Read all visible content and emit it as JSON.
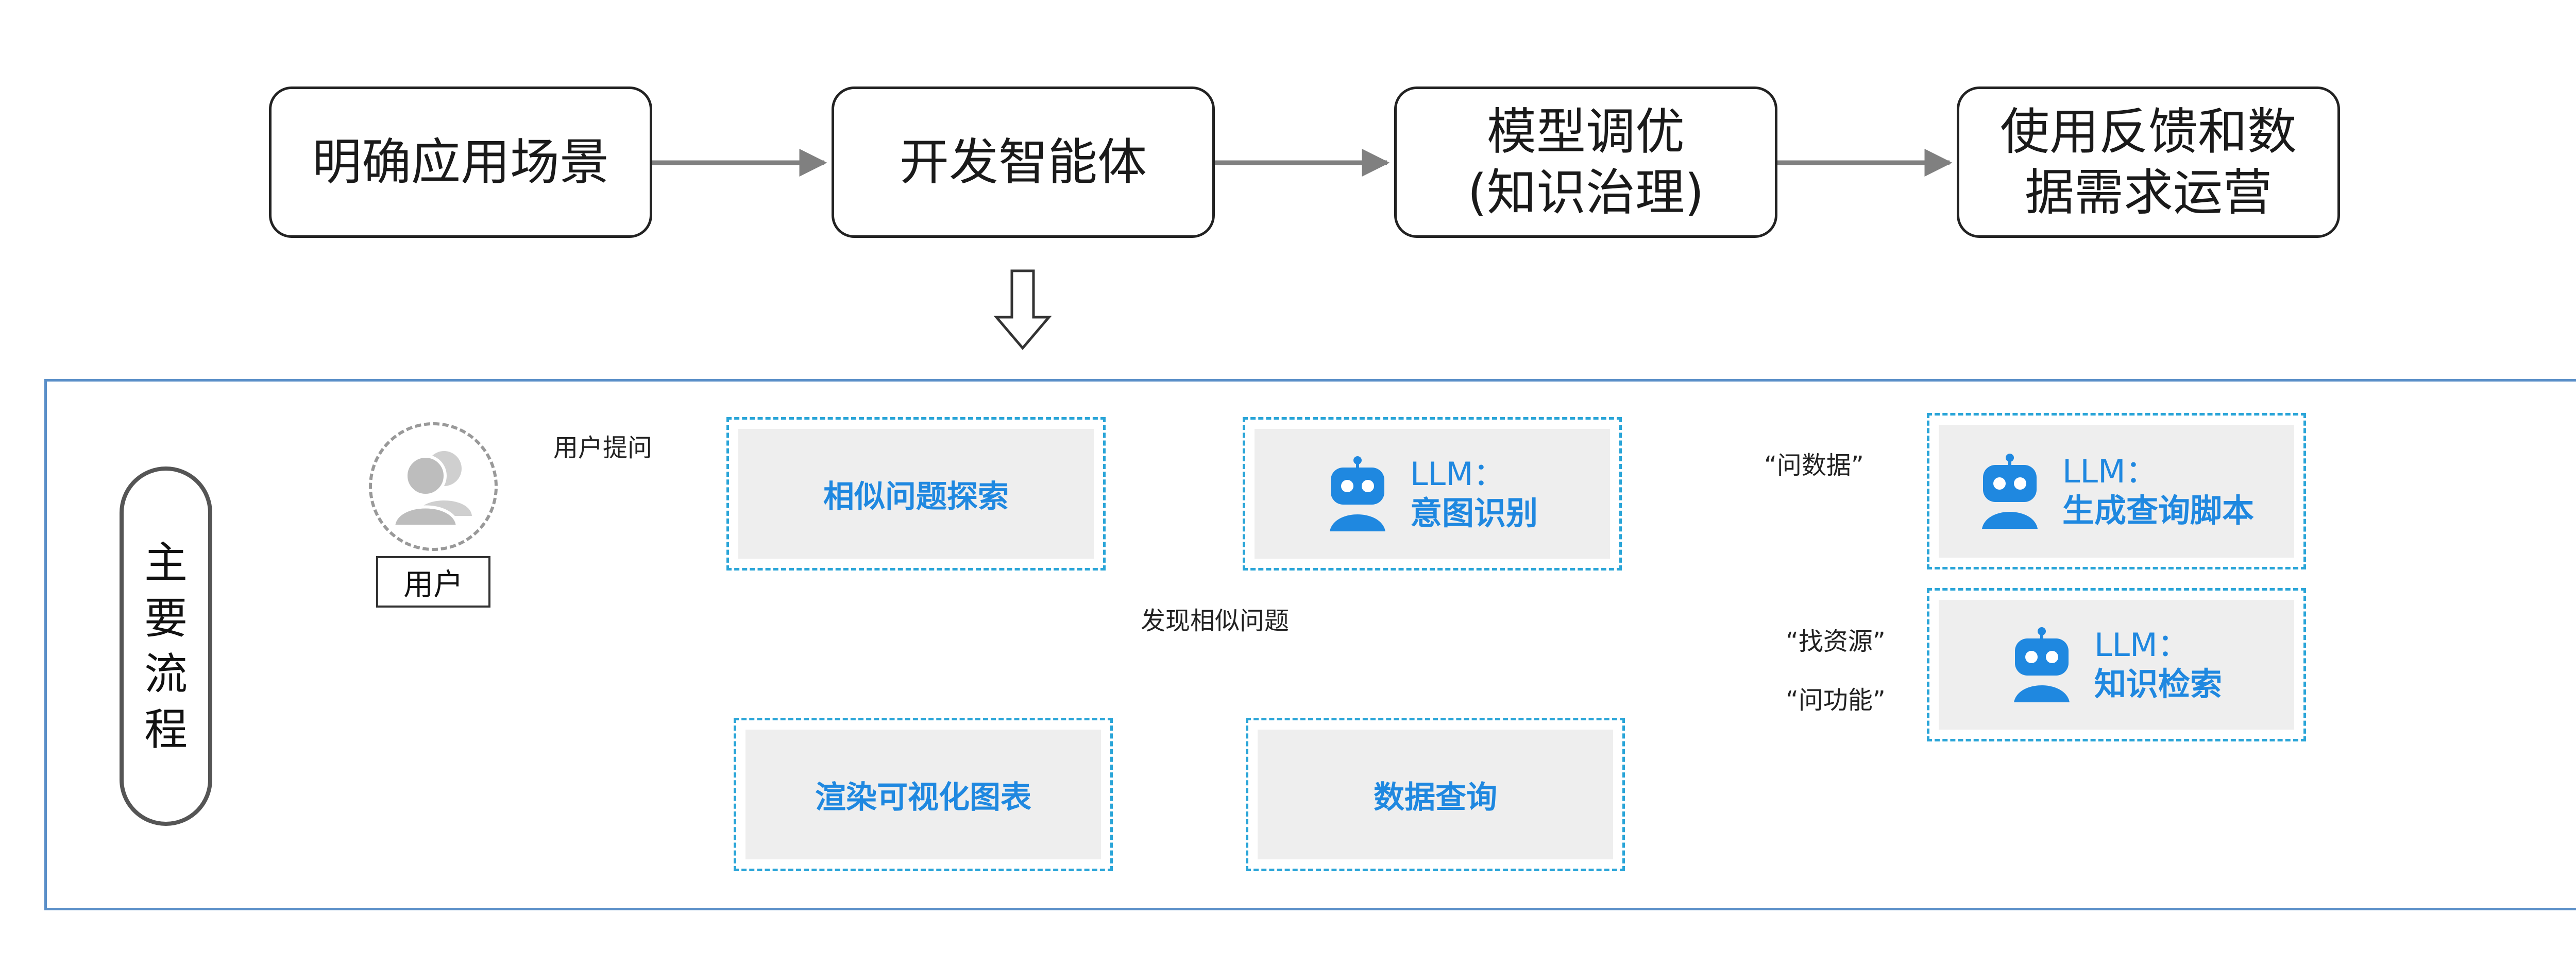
{
  "stages": [
    {
      "lines": [
        "明确应用场景"
      ]
    },
    {
      "lines": [
        "开发智能体"
      ]
    },
    {
      "lines": [
        "模型调优",
        "(知识治理)"
      ]
    },
    {
      "lines": [
        "使用反馈和数",
        "据需求运营"
      ]
    }
  ],
  "panel": {
    "side_label_chars": [
      "主",
      "要",
      "流",
      "程"
    ],
    "user_label": "用户",
    "edge_user_ask": "用户提问",
    "similar_search": "相似问题探索",
    "intent": {
      "line1": "LLM：",
      "line2": "意图识别"
    },
    "edge_ask_data": "“问数据”",
    "gen_script": {
      "line1": "LLM：",
      "line2": "生成查询脚本"
    },
    "edge_find_resource": "“找资源”",
    "edge_ask_function": "“问功能”",
    "kb_search": {
      "line1": "LLM：",
      "line2": "知识检索"
    },
    "edge_found_similar": "发现相似问题",
    "data_query": "数据查询",
    "render_chart": "渲染可视化图表"
  },
  "colors": {
    "accent_blue": "#1f88e0",
    "dashed_border": "#2aa5d8",
    "panel_border": "#5a8fc8",
    "arrow_gray": "#808080"
  },
  "icons": [
    "robot-icon",
    "user-avatar-icon",
    "hollow-down-arrow-icon"
  ]
}
